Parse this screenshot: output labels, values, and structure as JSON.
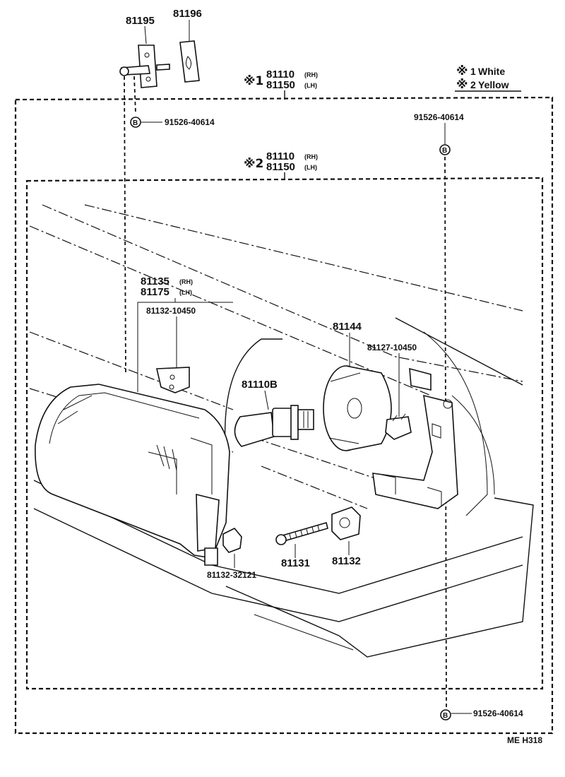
{
  "legend": {
    "mark": "※",
    "items": [
      {
        "num": "1",
        "text": "White"
      },
      {
        "num": "2",
        "text": "Yellow"
      }
    ]
  },
  "assembly_outer": {
    "mark": "※1",
    "rh": "81110",
    "rh_tag": "(RH)",
    "lh": "81150",
    "lh_tag": "(LH)"
  },
  "assembly_inner": {
    "mark": "※2",
    "rh": "81110",
    "rh_tag": "(RH)",
    "lh": "81150",
    "lh_tag": "(LH)"
  },
  "parts": {
    "p81195": "81195",
    "p81196": "81196",
    "p81135": "81135",
    "p81135_tag": "(RH)",
    "p81175": "81175",
    "p81175_tag": "(LH)",
    "p81132_10450": "81132-10450",
    "p81144": "81144",
    "p81127_10450": "81127-10450",
    "p81110B": "81110B",
    "p81131": "81131",
    "p81132": "81132",
    "p81132_32121": "81132-32121"
  },
  "bolts": [
    {
      "symbol": "B",
      "code": "91526-40614"
    },
    {
      "symbol": "B",
      "code": "91526-40614"
    },
    {
      "symbol": "B",
      "code": "91526-40614"
    }
  ],
  "footer_code": "ME  H318"
}
